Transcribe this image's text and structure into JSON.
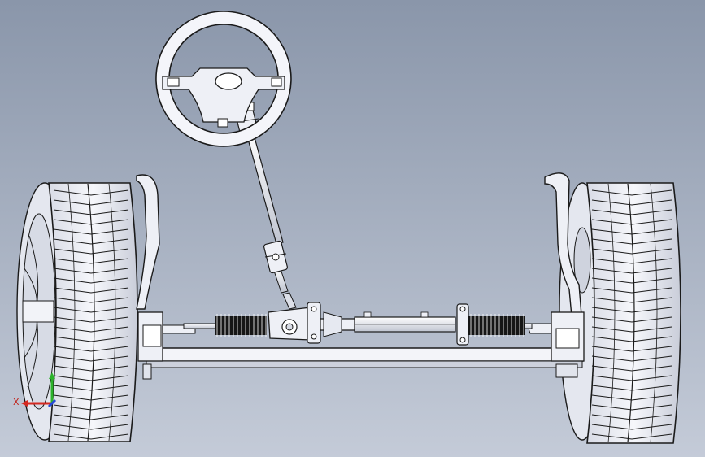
{
  "scene": {
    "background_top": "#8a96aa",
    "background_bottom": "#c4cbd8",
    "line_color": "#1a1a1a",
    "part_fill": "#eef0f6",
    "boot_color": "#161616"
  },
  "triad": {
    "x_label": "X",
    "x_color": "#d42a22",
    "y_color": "#2bb32b",
    "z_color": "#2448d8"
  },
  "components": [
    {
      "name": "steering-wheel"
    },
    {
      "name": "steering-column"
    },
    {
      "name": "universal-joint-upper"
    },
    {
      "name": "universal-joint-lower"
    },
    {
      "name": "steering-rack"
    },
    {
      "name": "rack-boot-left"
    },
    {
      "name": "rack-boot-right"
    },
    {
      "name": "front-axle-beam"
    },
    {
      "name": "wheel-left"
    },
    {
      "name": "wheel-right"
    },
    {
      "name": "fender-bracket-left"
    },
    {
      "name": "fender-bracket-right"
    }
  ]
}
